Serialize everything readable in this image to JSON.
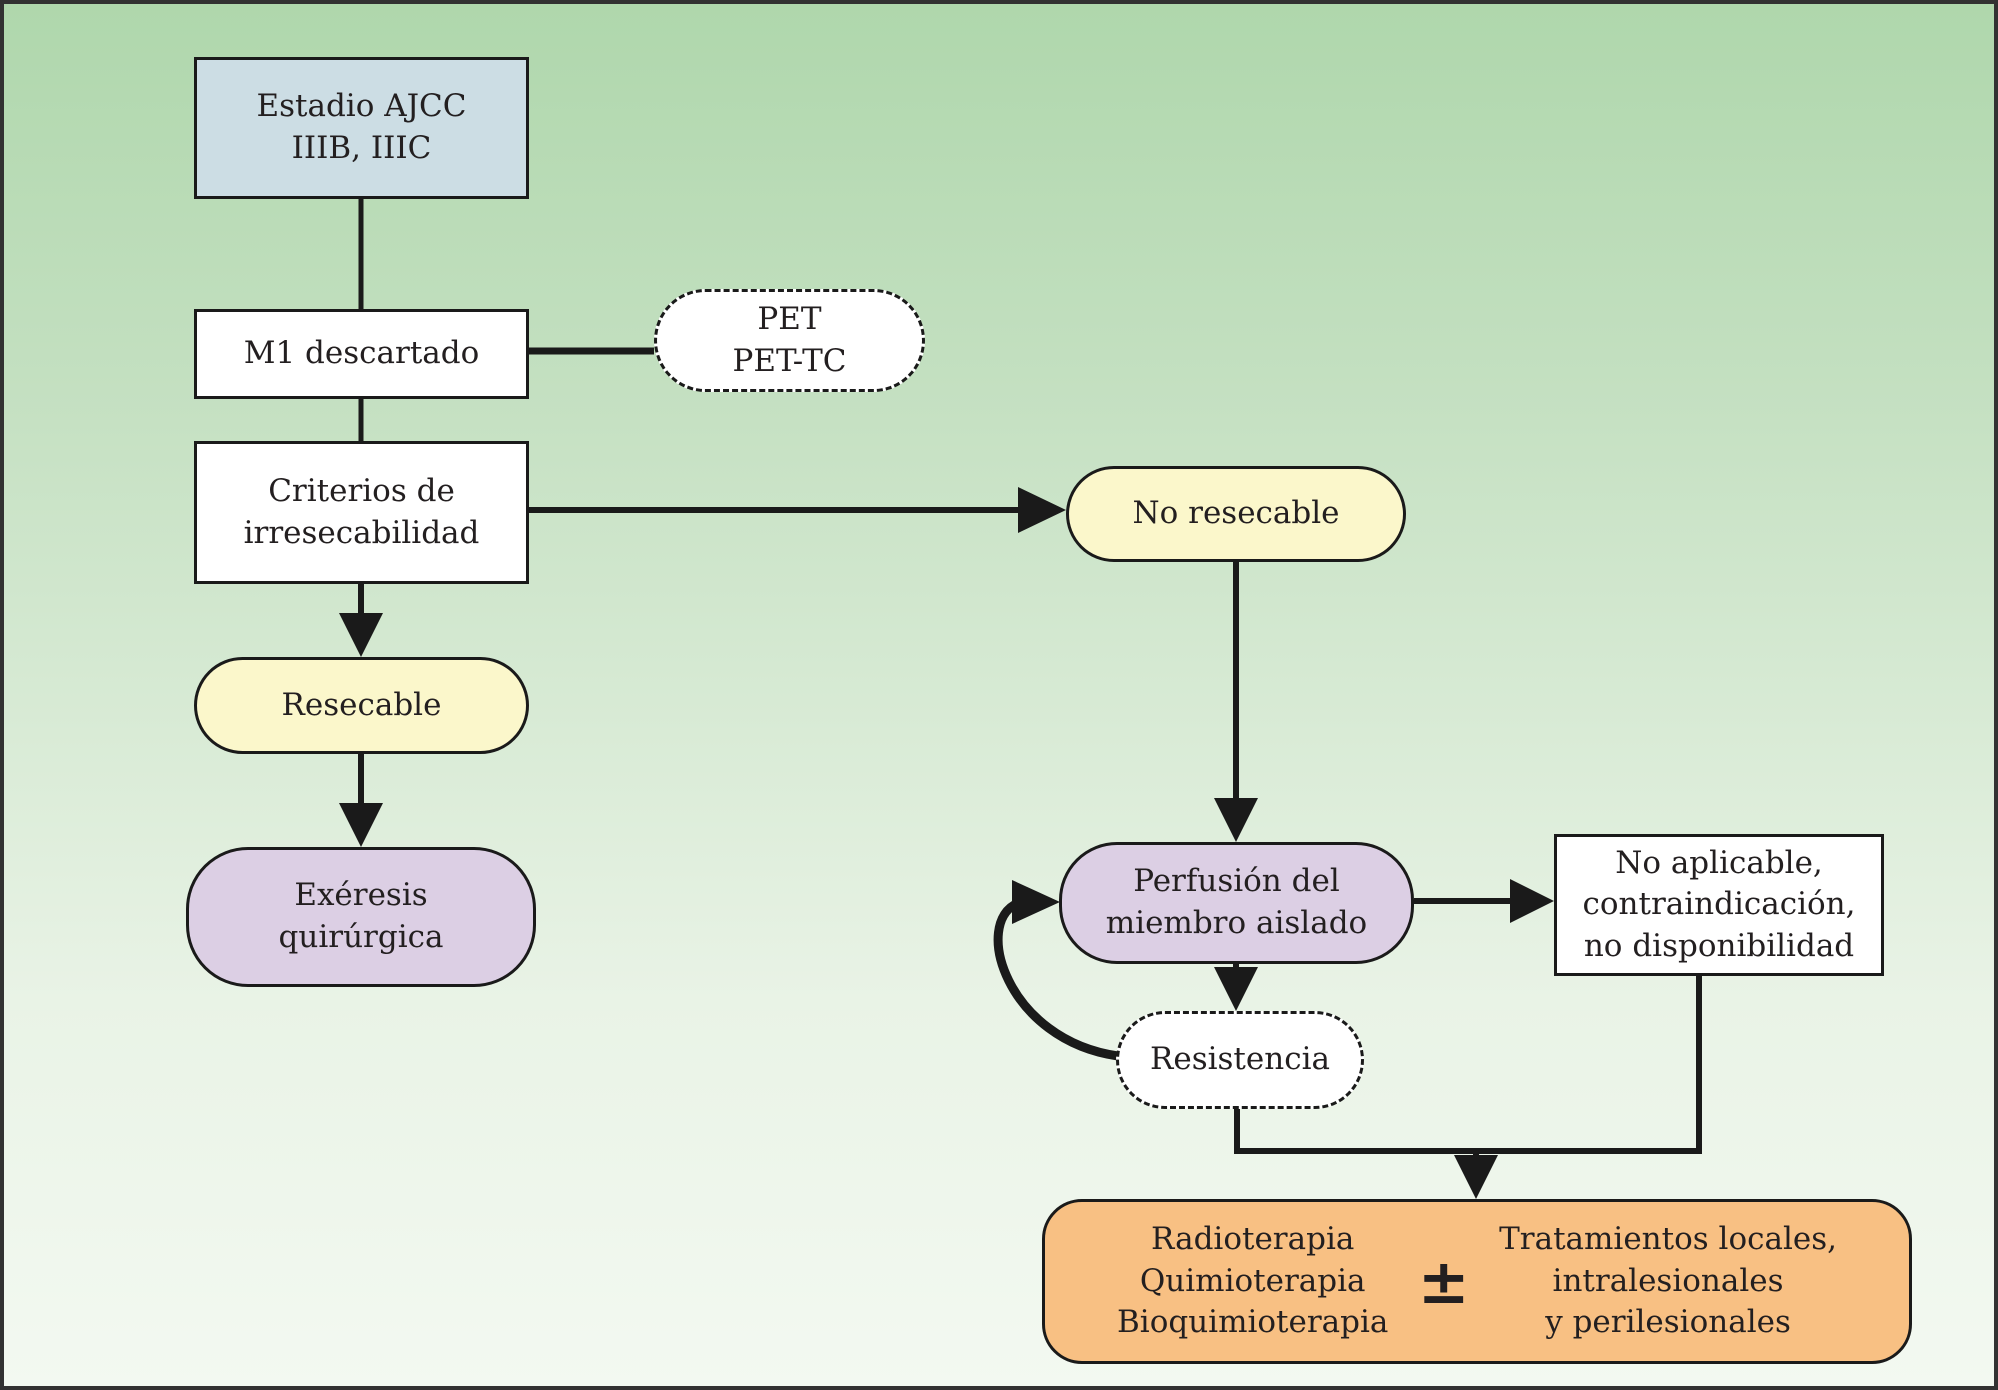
{
  "diagram": {
    "nodes": {
      "estadio": {
        "label": "Estadio AJCC\nIIIB, IIIC"
      },
      "m1": {
        "label": "M1 descartado"
      },
      "pet": {
        "label": "PET\nPET-TC"
      },
      "criterios": {
        "label": "Criterios de\nirresecabilidad"
      },
      "no_resecable": {
        "label": "No resecable"
      },
      "resecable": {
        "label": "Resecable"
      },
      "exeresis": {
        "label": "Exéresis\nquirúrgica"
      },
      "perfusion": {
        "label": "Perfusión del\nmiembro aislado"
      },
      "no_aplicable": {
        "label": "No aplicable,\ncontraindicación,\nno disponibilidad"
      },
      "resistencia": {
        "label": "Resistencia"
      },
      "tratamiento": {
        "left": "Radioterapia\nQuimioterapia\nBioquimioterapia",
        "plus_minus": "±",
        "right": "Tratamientos locales,\nintralesionales\ny perilesionales"
      }
    },
    "colors": {
      "frame_border": "#323232",
      "background_top": "#afd7ac",
      "background_bottom": "#f3f9f1",
      "node_border": "#1a1a1a",
      "stage_box": "#ccdde4",
      "white_box": "#ffffff",
      "decision_yellow": "#fbf7cb",
      "procedure_purple": "#dccfe4",
      "treatment_orange": "#f8c083",
      "text": "#231f20"
    }
  }
}
